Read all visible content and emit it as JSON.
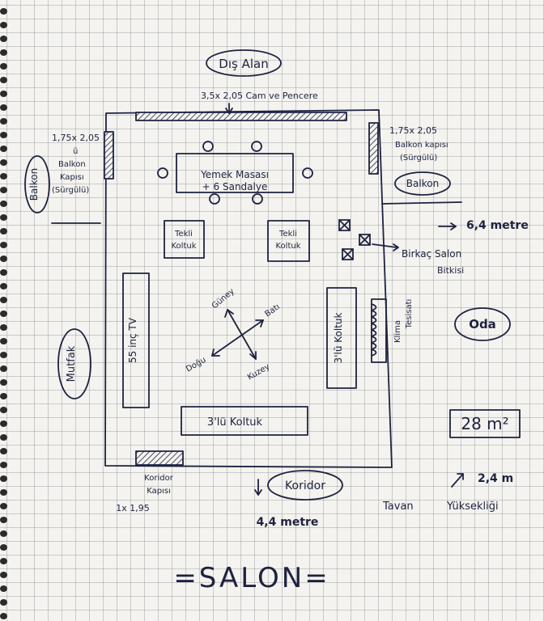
{
  "page": {
    "title": "=SALON=",
    "ink_color": "#1e2240",
    "paper_color": "#f4f3ef"
  },
  "labels": {
    "dis_alan": "Dış Alan",
    "cam_pencere": "3,5x 2,05 Cam ve Pencere",
    "balkon_left_dim": "1,75x 2,05",
    "balkon_left_u": "ü",
    "balkon_left_text1": "Balkon",
    "balkon_left_text2": "Kapısı",
    "balkon_left_text3": "(Sürgülü)",
    "balkon_left_ellipse": "Balkon",
    "balkon_right_dim": "1,75x 2,05",
    "balkon_right_text1": "Balkon kapısı",
    "balkon_right_text2": "(Sürgülü)",
    "balkon_right_ellipse": "Balkon",
    "width_dim": "6,4 metre",
    "plants1": "Birkaç Salon",
    "plants2": "Bitkisi",
    "yemek1": "Yemek Masası",
    "yemek2": "+ 6 Sandalye",
    "tekli1a": "Tekli",
    "tekli1b": "Koltuk",
    "tekli2a": "Tekli",
    "tekli2b": "Koltuk",
    "tv": "55 inç TV",
    "koltuk3_vert": "3'lü Koltuk",
    "koltuk3_horiz": "3'lü Koltuk",
    "klima1": "Klima",
    "klima2": "Tesisatı",
    "mutfak": "Mutfak",
    "oda": "Oda",
    "area": "28 m²",
    "guney": "Güney",
    "bati": "Batı",
    "dogu": "Doğu",
    "kuzey": "Kuzey",
    "koridor_ellipse": "Koridor",
    "koridor_kapisi1": "Koridor",
    "koridor_kapisi2": "Kapısı",
    "koridor_dim": "1x 1,95",
    "length_dim": "4,4 metre",
    "height_dim": "2,4 m",
    "tavan1": "Tavan",
    "tavan2": "Yüksekliği"
  }
}
